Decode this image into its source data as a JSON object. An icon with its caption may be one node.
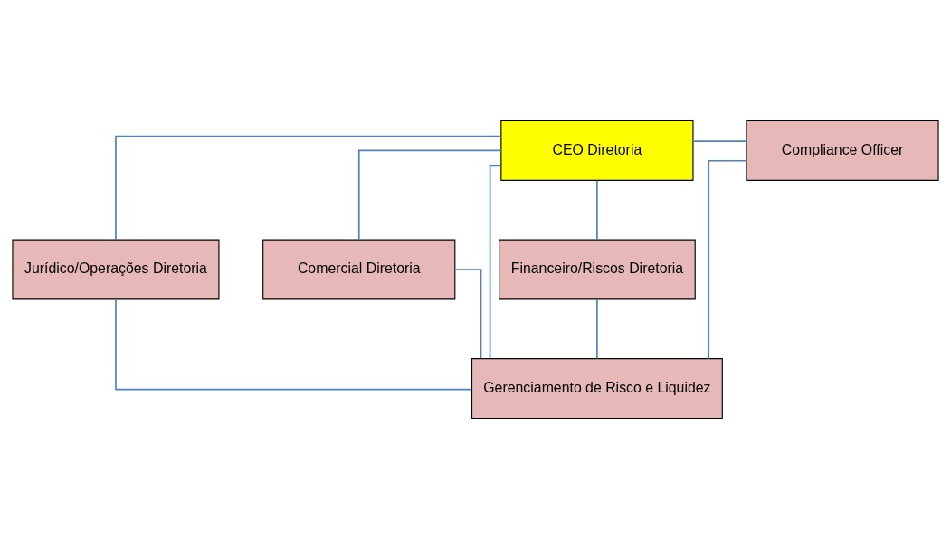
{
  "diagram": {
    "nodes": [
      {
        "text": [
          "CEO Diretoria"
        ]
      },
      {
        "text": [
          "Compliance Officer"
        ]
      },
      {
        "text": [
          "Jurídico/Operações Diretoria"
        ]
      },
      {
        "text": [
          "Comercial Diretoria"
        ]
      },
      {
        "text": [
          "Financeiro/Riscos Diretoria"
        ]
      },
      {
        "text": [
          "Gerenciamento de Risco e Liquidez"
        ]
      }
    ],
    "edges": [
      {
        "from": 0,
        "to": 1,
        "arrow": "none"
      },
      {
        "from": 0,
        "to": 2,
        "arrow": "none"
      },
      {
        "from": 0,
        "to": 3,
        "arrow": "none"
      },
      {
        "from": 0,
        "to": 4,
        "arrow": "none"
      },
      {
        "from": 2,
        "to": 5,
        "arrow": "none"
      },
      {
        "from": 3,
        "to": 5,
        "arrow": "none"
      },
      {
        "from": 4,
        "to": 5,
        "arrow": "none"
      },
      {
        "from": 0,
        "to": 5,
        "arrow": "none"
      },
      {
        "from": 1,
        "to": 5,
        "arrow": "none"
      }
    ]
  }
}
